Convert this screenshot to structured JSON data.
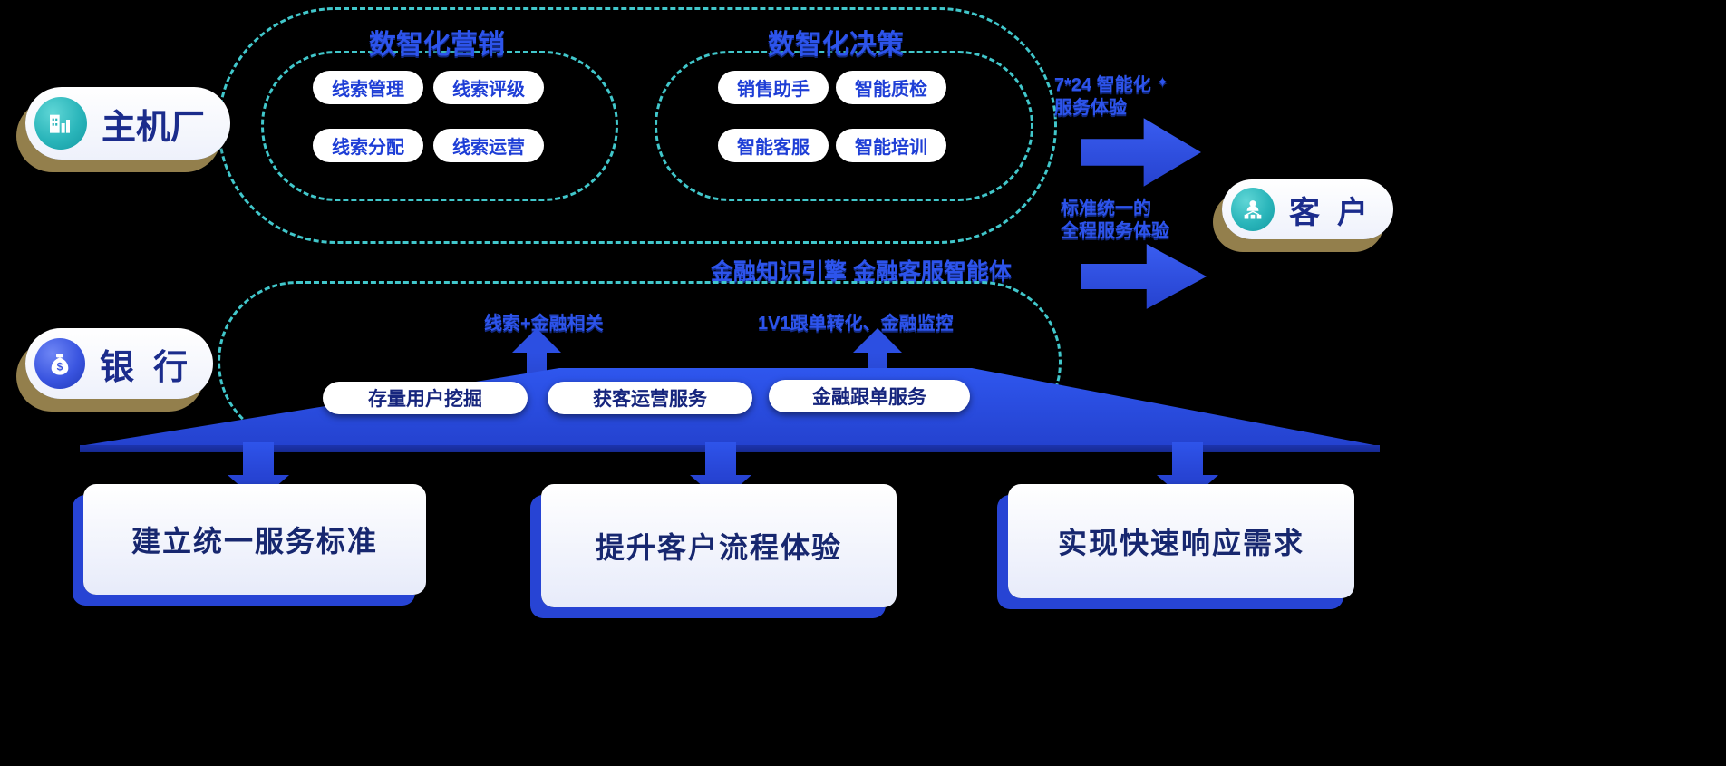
{
  "entities": {
    "oem": {
      "label": "主机厂"
    },
    "bank": {
      "label": "银  行"
    },
    "customer": {
      "label": "客  户"
    }
  },
  "marketing": {
    "title": "数智化营销",
    "items": [
      "线索管理",
      "线索评级",
      "线索分配",
      "线索运营"
    ]
  },
  "decision": {
    "title": "数智化决策",
    "items": [
      "销售助手",
      "智能质检",
      "智能客服",
      "智能培训"
    ]
  },
  "engine_label": "金融知识引擎  金融客服智能体",
  "bank_flow": {
    "left_note": "线索+金融相关",
    "right_note": "1V1跟单转化、金融监控",
    "services": [
      "存量用户挖掘",
      "获客运营服务",
      "金融跟单服务"
    ]
  },
  "customer_benefits": {
    "top": {
      "line1": "7*24 智能化",
      "line2": "服务体验",
      "spark": "✦"
    },
    "mid": {
      "line1": "标准统一的",
      "line2": "全程服务体验"
    }
  },
  "goals": [
    "建立统一服务标准",
    "提升客户流程体验",
    "实现快速响应需求"
  ],
  "colors": {
    "accent_blue": "#2d54ec",
    "deep_blue": "#2340cc",
    "teal_dash": "#41c7cb",
    "tan_shadow": "#a08a52",
    "text_navy": "#17276f"
  }
}
